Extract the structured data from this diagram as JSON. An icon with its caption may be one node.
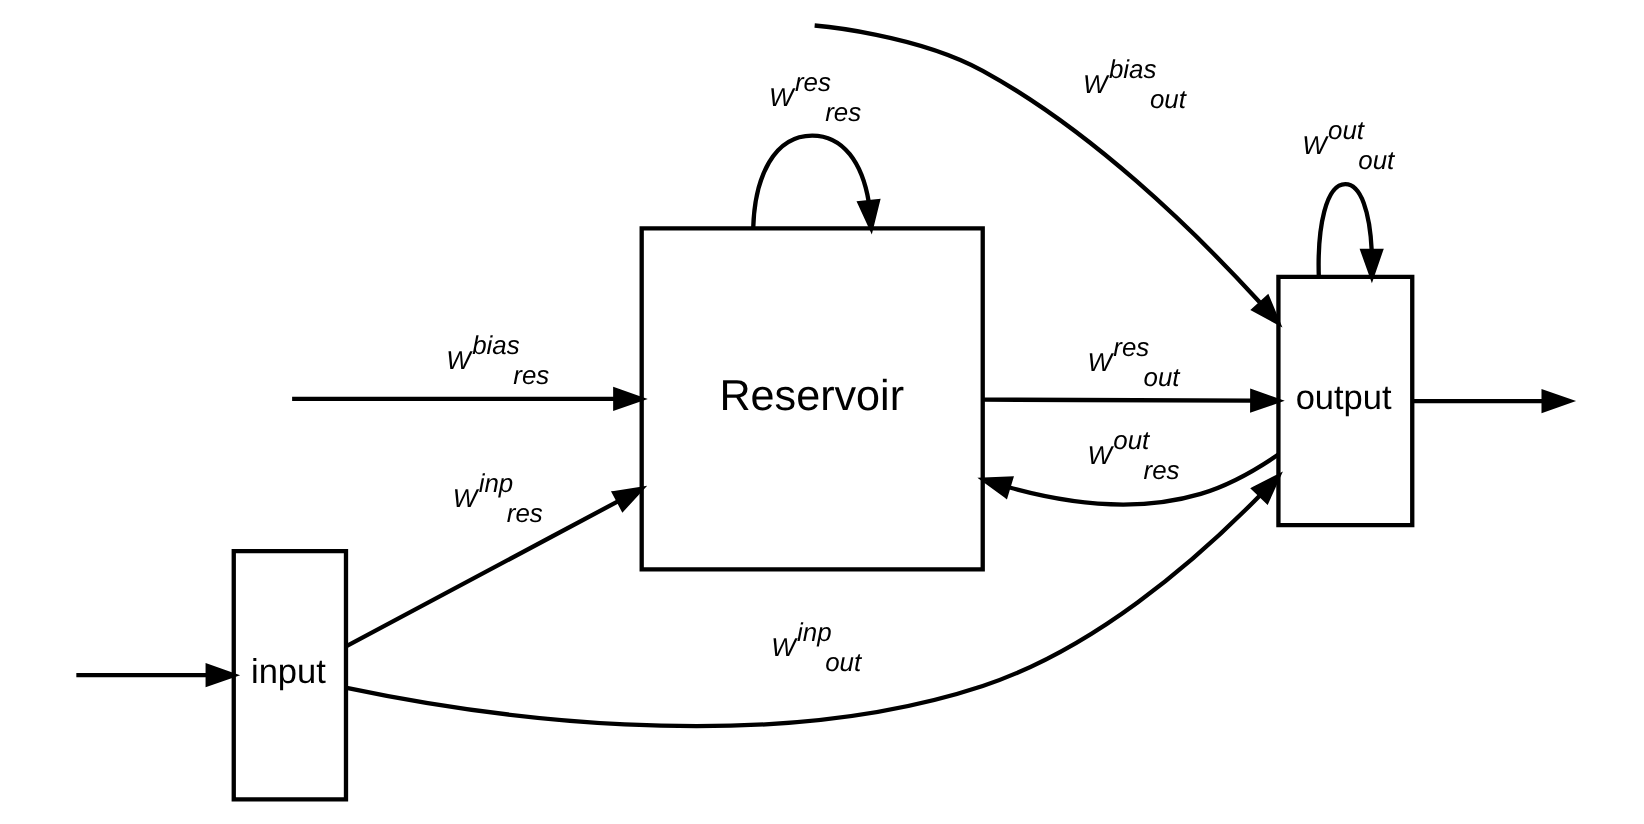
{
  "diagram": {
    "nodes": [
      {
        "text": [
          "input"
        ]
      },
      {
        "text": [
          "Reservoir"
        ]
      },
      {
        "text": [
          "output"
        ]
      }
    ],
    "edges": [
      {
        "from": null,
        "to": 0,
        "arrow": "to"
      },
      {
        "from": 0,
        "to": 1,
        "arrow": "to",
        "label": "W$^{inp}$$_{res}$"
      },
      {
        "from": 0,
        "to": 2,
        "arrow": "to",
        "label": "W$^{inp}$$_{out}$"
      },
      {
        "from": 1,
        "to": 2,
        "arrow": "to",
        "label": "W$^{res}$$_{out}$"
      },
      {
        "from": 2,
        "to": 1,
        "arrow": "to",
        "label": "W$^{out}$$_{res}$"
      },
      {
        "from": null,
        "to": 2,
        "arrow": "to",
        "label": "W$^{bias}$$_{out}$"
      },
      {
        "from": 2,
        "to": 2,
        "arrow": "to",
        "label": "W$^{out}$$_{out}$"
      },
      {
        "from": 1,
        "to": 1,
        "arrow": "to",
        "label": "W$^{res}$$_{res}$"
      },
      {
        "from": null,
        "to": 1,
        "arrow": "to",
        "label": "W$^{bias}$$_{res}$"
      },
      {
        "from": 2,
        "to": null,
        "arrow": "to"
      }
    ]
  }
}
